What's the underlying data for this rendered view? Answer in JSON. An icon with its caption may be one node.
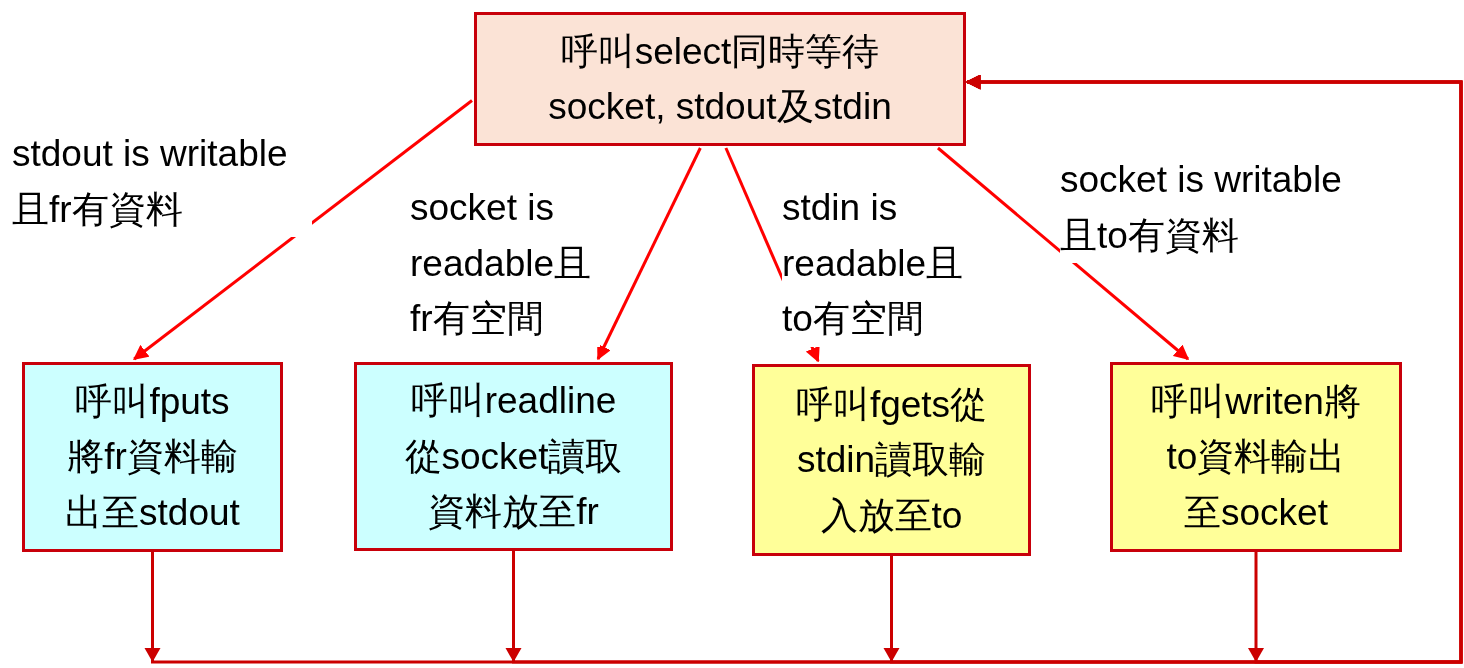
{
  "diagram": {
    "nodes": [
      {
        "text": [
          "呼叫select同時等待socket, stdout及stdin"
        ]
      },
      {
        "text": [
          "呼叫fputs將fr資料輸出至stdout"
        ]
      },
      {
        "text": [
          "呼叫readline從socket讀取資料放至fr"
        ]
      },
      {
        "text": [
          "呼叫fgets從stdin讀取輸入放至to"
        ]
      },
      {
        "text": [
          "呼叫writen將to資料輸出至socket"
        ]
      }
    ],
    "edges": [
      {
        "from": 0,
        "to": 1,
        "arrow": "to",
        "label": "stdout is writable 且fr有資料"
      },
      {
        "from": 0,
        "to": 2,
        "arrow": "to",
        "label": "socket is readable且fr有空間"
      },
      {
        "from": 0,
        "to": 3,
        "arrow": "to",
        "label": "stdin is readable且to有空間"
      },
      {
        "from": 0,
        "to": 4,
        "arrow": "to",
        "label": "socket is writable 且to有資料"
      },
      {
        "from": 1,
        "to": 0,
        "arrow": "to",
        "color": "#cc0000"
      },
      {
        "from": 2,
        "to": 0,
        "arrow": "to",
        "color": "#cc0000"
      },
      {
        "from": 3,
        "to": 0,
        "arrow": "to",
        "color": "#cc0000"
      },
      {
        "from": 4,
        "to": 0,
        "arrow": "to",
        "color": "#cc0000"
      }
    ]
  }
}
